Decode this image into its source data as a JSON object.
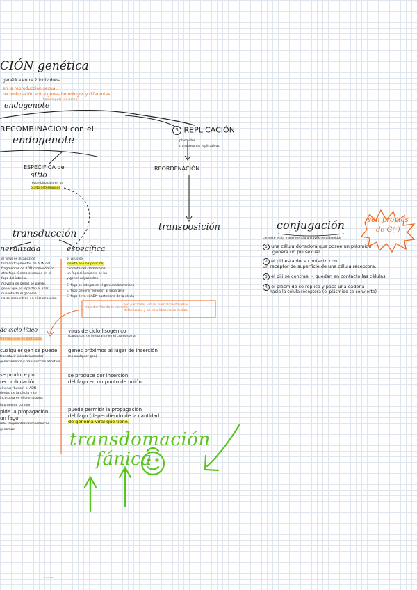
{
  "header": {
    "title": "CIÓN genética",
    "subtitle": "genética entre 2 individuos",
    "orange_note_1": "en la reproducción sexual.",
    "orange_note_2": "recombinación entre genes homólogos y diferentes",
    "orange_note_3": "(homólogos) (no hom.)",
    "endogenote": "endogenote"
  },
  "recombination": {
    "heading": "RECOMBINACIÓN con el",
    "heading_2": "endogenote"
  },
  "replication": {
    "heading": "REPLICACIÓN",
    "number": "3",
    "items": [
      "plásmidos",
      "transposones replicativos"
    ]
  },
  "specific": {
    "heading": "ESPECÍFICA de",
    "heading_2": "sitio",
    "note": "recombinación en un",
    "note_hl": "punto determinado"
  },
  "reorder": {
    "heading": "REORDENACIÓN",
    "sub": "transposición"
  },
  "transduction": {
    "heading": "transducción",
    "left_heading": "neralizada",
    "right_heading": "específica",
    "left_notes": [
      "el virus es incapaz de",
      "forman fragmentos de ADN del",
      "fragmentos de ADN cromosómico",
      "otro fago. Genes cercanos en el",
      "fago del interior."
    ],
    "left_mid_notes": [
      "mayoría de genes se pierde.",
      "genes que se reparten al azar",
      "que infecta el genoma",
      "no se encuentran en el cromosoma"
    ],
    "right_notes": [
      "el virus se",
      "inserta en una posición",
      "concreta del cromosoma.",
      "un fago al inducirse se ha",
      "y genes adyacentes"
    ],
    "right_steps": [
      "El fago se integra en el genoma bacteriano",
      "El fago genera \"errores\" al separarse",
      "El fago lleva el ADN bacteriano de la célula"
    ]
  },
  "orange_box": {
    "left": "transducción de la variante",
    "right_1": "son partículas virales parcialmente llenas",
    "right_2": "defectuosas y su ciclo lítico no se realiza"
  },
  "left_column": [
    "de ciclo lítico",
    "transducción de partículas",
    "cualquier gen se puede",
    "transducir (aleatoriamente)",
    "generalmente y transducción abortiva",
    "se produce por",
    "recombinación",
    "el virus \"busca\" el ADN",
    "dentro de la célula y se",
    "incorpora en el cromosoma",
    "la progenie cumple",
    "pide la propagación",
    "un fago",
    "más fragmentos cromosómicos",
    "genomas"
  ],
  "right_column": [
    "virus de ciclo lisogénico",
    "(capacidad de integrarse en el cromosoma)",
    "genes próximos al lugar de inserción",
    "(no cualquier gen)",
    "se produce por inserción",
    "del fago en un punto de unión",
    "puede permitir la propagación",
    "del fago (dependiendo de la cantidad",
    "de genoma viral que tiene)"
  ],
  "conjugation": {
    "heading": "conjugación",
    "intro": "consiste en la transferencia a través de plásmidos",
    "badge_1": "son propios",
    "badge_2": "de G(-)",
    "steps": [
      {
        "n": "1",
        "text": "una célula donadora que posee un plásmido",
        "text2": "genera un pili sexual."
      },
      {
        "n": "2",
        "text": "el pili establece contacto con",
        "text2": "un receptor de superficie de una célula receptora."
      },
      {
        "n": "3",
        "text": "el pili se contrae → quedan en contacto las células"
      },
      {
        "n": "4",
        "text": "el plásmido se replica y pasa una cadena",
        "text2": "hacia la célula receptora (el plásmido se convierte)"
      }
    ]
  },
  "green_title": {
    "line_1": "transdomación",
    "line_2": "fánica"
  },
  "footer": {
    "mark": "···· ···· ·"
  },
  "colors": {
    "orange": "#ef6a21",
    "green": "#5cc41f",
    "highlight": "#f3f04a"
  }
}
